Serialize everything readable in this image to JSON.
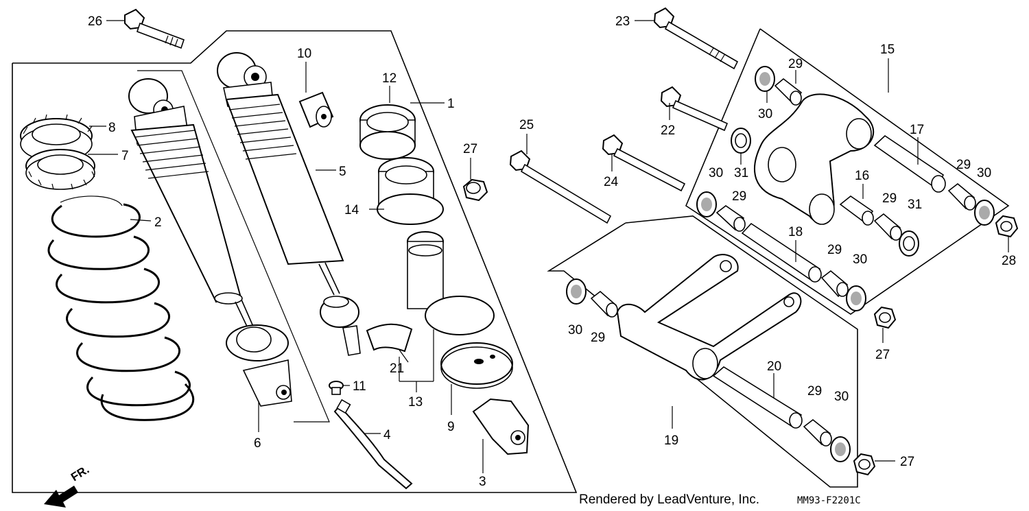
{
  "diagram": {
    "callouts": [
      "1",
      "2",
      "3",
      "4",
      "5",
      "6",
      "7",
      "8",
      "9",
      "10",
      "11",
      "12",
      "13",
      "14",
      "15",
      "16",
      "17",
      "18",
      "19",
      "20",
      "21",
      "22",
      "23",
      "24",
      "25",
      "26",
      "27",
      "28",
      "29",
      "30",
      "31"
    ]
  },
  "orientation": {
    "label": "FR."
  },
  "footer": {
    "credit": "Rendered by LeadVenture, Inc.",
    "code": "MM93-F2201C"
  }
}
